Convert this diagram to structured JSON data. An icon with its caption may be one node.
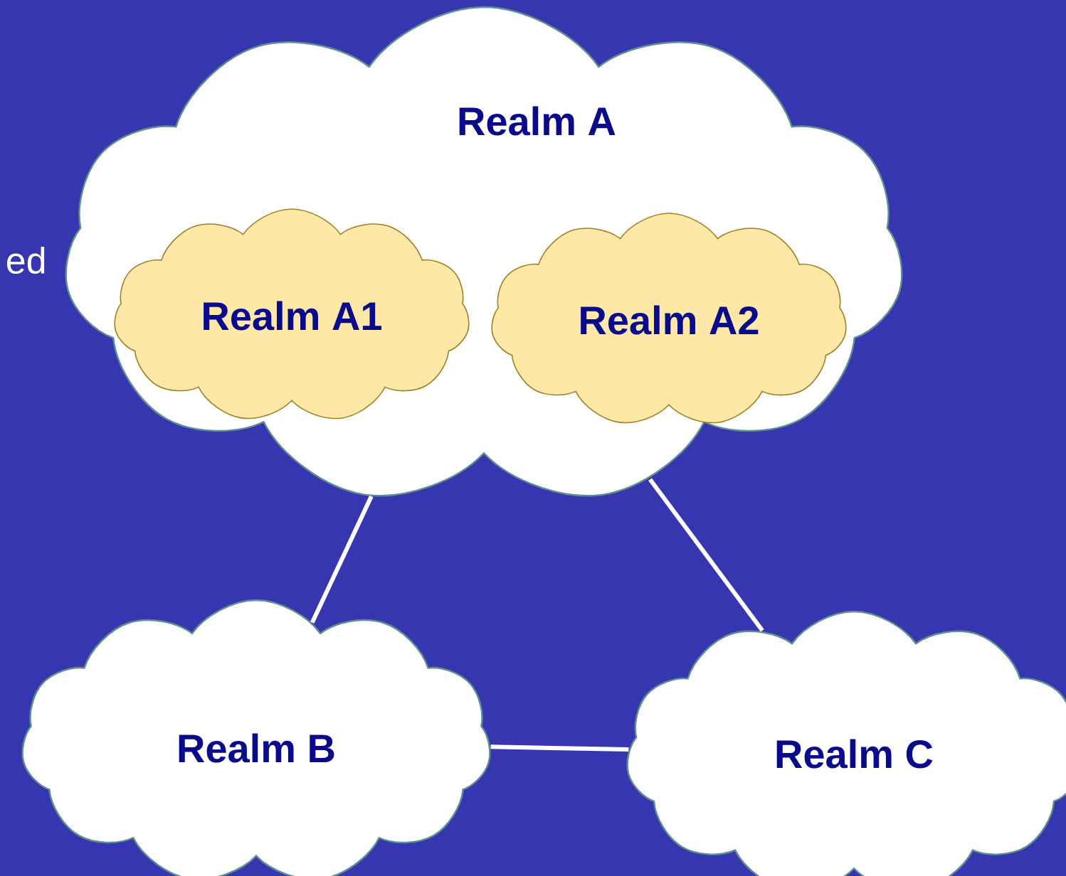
{
  "diagram": {
    "nodes": [
      {
        "text": [
          "Realm A"
        ]
      },
      {
        "text": [
          "Realm A1"
        ],
        "in": 0
      },
      {
        "text": [
          "Realm A2"
        ],
        "in": 0
      },
      {
        "text": [
          "Realm B"
        ]
      },
      {
        "text": [
          "Realm C"
        ]
      }
    ],
    "edges": [
      {
        "from": 0,
        "to": 3,
        "arrow": "none"
      },
      {
        "from": 0,
        "to": 4,
        "arrow": "none"
      },
      {
        "from": 3,
        "to": 4,
        "arrow": "none"
      }
    ],
    "labels": [
      "ed"
    ]
  }
}
